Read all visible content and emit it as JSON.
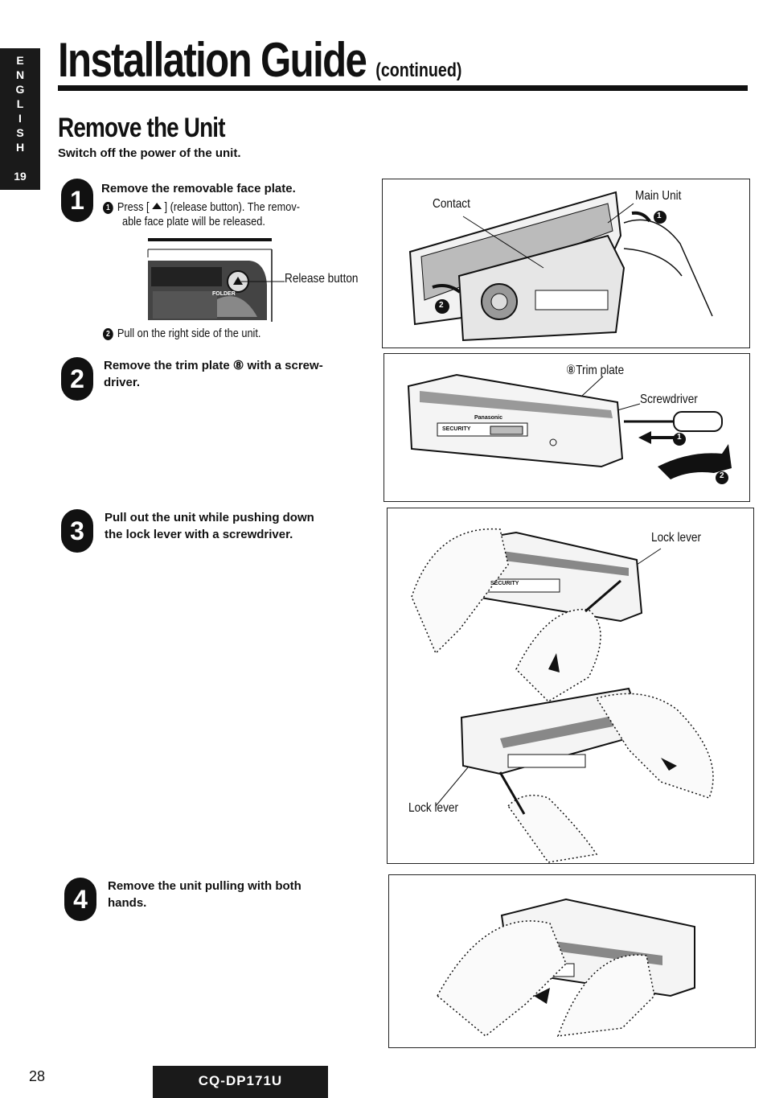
{
  "language_tab": {
    "letters": [
      "E",
      "N",
      "G",
      "L",
      "I",
      "S",
      "H"
    ],
    "number": "19"
  },
  "header": {
    "title": "Installation Guide",
    "continued": "(continued)"
  },
  "section": {
    "title": "Remove the Unit",
    "intro": "Switch off the power of the unit."
  },
  "steps": [
    {
      "number": "1",
      "heading": "Remove the removable face plate.",
      "sub1_marker": "1",
      "sub1_line1": "Press [ ",
      "sub1_line1b": " ] (release button).  The remov-",
      "sub1_line2": "able face plate will be released.",
      "release_label": "Release button",
      "folder_label": "FOLDER",
      "sub2_marker": "2",
      "sub2_text": "Pull on the right side of the unit.",
      "fig_labels": {
        "contact": "Contact",
        "main_unit": "Main Unit",
        "m1": "1",
        "m2": "2"
      }
    },
    {
      "number": "2",
      "heading_line1": "Remove the trim plate ⑧ with a screw-",
      "heading_line2": "driver.",
      "fig_labels": {
        "trim_plate": "⑧Trim plate",
        "screwdriver": "Screwdriver",
        "m1": "1",
        "m2": "2"
      }
    },
    {
      "number": "3",
      "heading_line1": "Pull out the unit while pushing down",
      "heading_line2": "the lock lever with a screwdriver.",
      "fig_labels": {
        "lock_lever_top": "Lock lever",
        "lock_lever_bottom": "Lock lever"
      }
    },
    {
      "number": "4",
      "heading_line1": "Remove the unit pulling with both",
      "heading_line2": "hands."
    }
  ],
  "unit_text": {
    "brand": "Panasonic",
    "security": "SECURITY"
  },
  "footer": {
    "page": "28",
    "model": "CQ-DP171U"
  }
}
